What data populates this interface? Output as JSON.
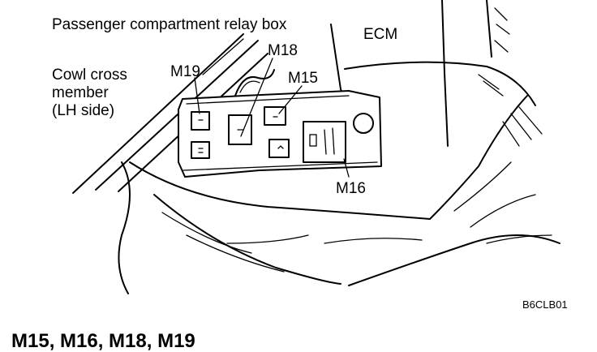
{
  "labels": {
    "relay_box": "Passenger compartment relay box",
    "ecm": "ECM",
    "cowl_line1": "Cowl cross",
    "cowl_line2": "member",
    "cowl_line3": "(LH side)",
    "m19": "M19",
    "m18": "M18",
    "m15": "M15",
    "m16": "M16"
  },
  "figure_code": "B6CLB01",
  "caption": "M15,  M16,  M18,  M19"
}
